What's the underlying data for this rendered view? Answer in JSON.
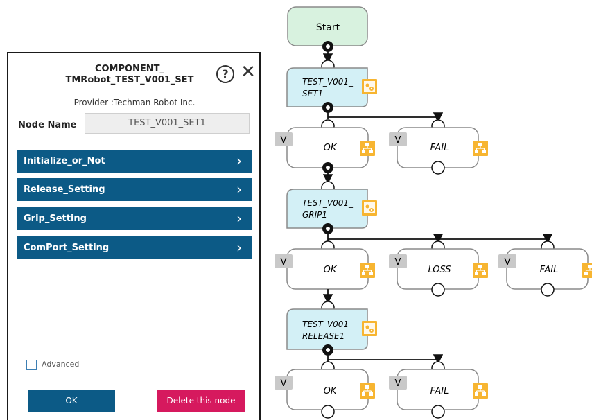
{
  "dialog": {
    "title_line1": "COMPONENT_",
    "title_line2": "TMRobot_TEST_V001_SET",
    "help_glyph": "?",
    "close_glyph": "✕",
    "provider": "Provider :Techman Robot Inc.",
    "node_name_label": "Node Name",
    "node_name_value": "TEST_V001_SET1",
    "settings": [
      {
        "label": "Initialize_or_Not",
        "chevron": "›"
      },
      {
        "label": "Release_Setting",
        "chevron": "›"
      },
      {
        "label": "Grip_Setting",
        "chevron": "›"
      },
      {
        "label": "ComPort_Setting",
        "chevron": "›"
      }
    ],
    "advanced_label": "Advanced",
    "advanced_checked": false,
    "ok_label": "OK",
    "delete_label": "Delete this node"
  },
  "flow": {
    "start_label": "Start",
    "components": [
      {
        "line1": "TEST_V001_",
        "line2": "SET1"
      },
      {
        "line1": "TEST_V001_",
        "line2": "GRIP1"
      },
      {
        "line1": "TEST_V001_",
        "line2": "RELEASE1"
      }
    ],
    "outcome_badge": "V",
    "outcomes": [
      [
        "OK",
        "FAIL"
      ],
      [
        "OK",
        "LOSS",
        "FAIL"
      ],
      [
        "OK",
        "FAIL"
      ]
    ]
  },
  "colors": {
    "primary_blue": "#0c5a86",
    "delete_pink": "#d6195e",
    "start_green": "#d8f2df",
    "component_cyan": "#d3f0f6",
    "icon_orange": "#f7b531",
    "badge_gray": "#c9c9c9"
  }
}
